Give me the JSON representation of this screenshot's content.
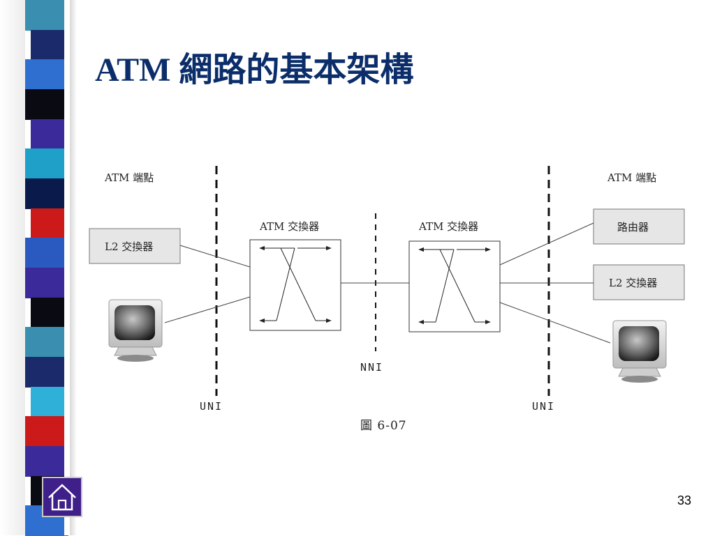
{
  "slide": {
    "title": "ATM 網路的基本架構",
    "page_number": "33"
  },
  "diagram": {
    "left_endpoint_label": "ATM  端點",
    "right_endpoint_label": "ATM  端點",
    "left_switch_label": "ATM  交換器",
    "right_switch_label": "ATM  交換器",
    "left_l2_switch": "L2 交換器",
    "right_router": "路由器",
    "right_l2_switch": "L2 交換器",
    "left_interface": "UNI",
    "right_interface": "UNI",
    "middle_interface": "NNI",
    "caption": "圖 6-07"
  },
  "icons": {
    "computer": "computer-monitor-icon",
    "home": "home-icon"
  },
  "colors": {
    "title": "#0b2e6b",
    "home_button": "#3f1f8a",
    "stripes": [
      "#3a8fb0",
      "#1a2a6b",
      "#2f6fd0",
      "#0a0a12",
      "#3a2a9a",
      "#1fa0c8",
      "#0a1a4a",
      "#cc1a1a",
      "#2a5ac0",
      "#3a2a9a",
      "#0a0a12",
      "#3a8fb0",
      "#1a2a6b",
      "#2fb0d8",
      "#cc1a1a",
      "#3a2a9a",
      "#0a0a12",
      "#2f6fd0"
    ]
  }
}
